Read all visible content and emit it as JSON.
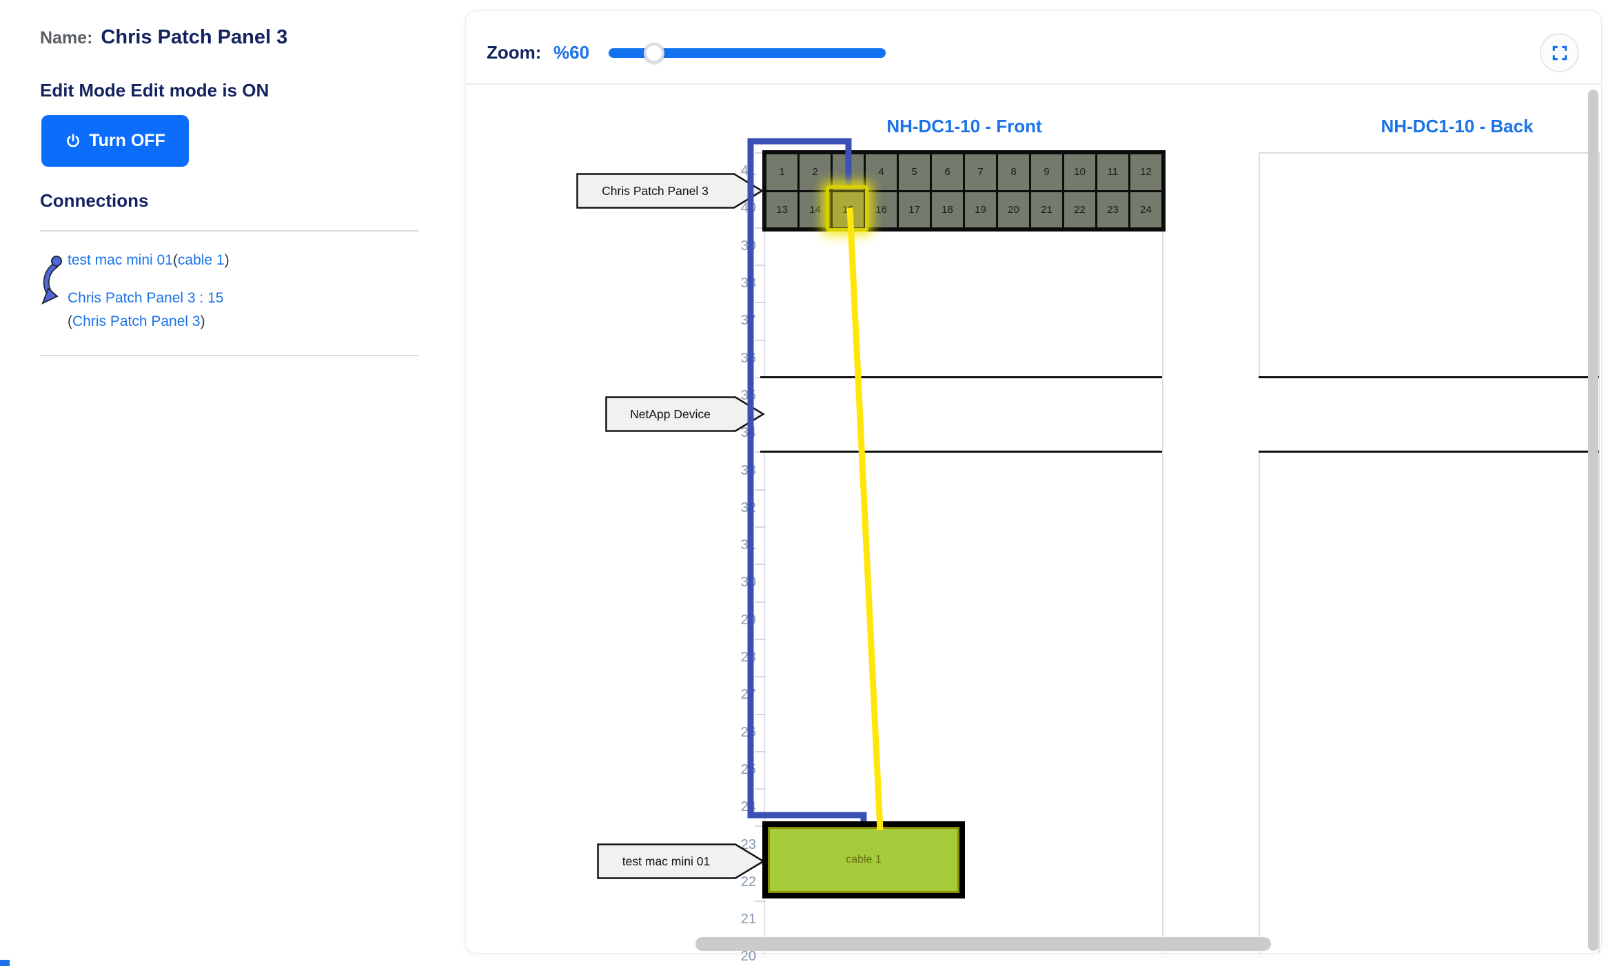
{
  "sidebar": {
    "name_label": "Name:",
    "name_value": "Chris Patch Panel 3",
    "edit_mode_text": "Edit Mode Edit mode is ON",
    "turn_off_label": "Turn OFF",
    "connections_title": "Connections",
    "connection": {
      "from_device": "test mac mini 01",
      "open_paren": "(",
      "cable_name": "cable 1",
      "close_paren": ")",
      "to_port": "Chris Patch Panel 3 : 15",
      "to_device": "Chris Patch Panel 3"
    }
  },
  "viewer": {
    "zoom_label": "Zoom:",
    "zoom_value": "%60",
    "front_title": "NH-DC1-10 - Front",
    "back_title": "NH-DC1-10 - Back",
    "callouts": {
      "patch_panel": "Chris Patch Panel 3",
      "netapp": "NetApp Device",
      "mac_mini": "test mac mini 01"
    },
    "cable_label": "cable 1",
    "highlighted_port": 15,
    "rack_units": [
      41,
      40,
      39,
      38,
      37,
      36,
      35,
      34,
      33,
      32,
      31,
      30,
      29,
      28,
      27,
      26,
      25,
      24,
      23,
      22,
      21,
      20
    ],
    "ports": [
      1,
      2,
      3,
      4,
      5,
      6,
      7,
      8,
      9,
      10,
      11,
      12,
      13,
      14,
      15,
      16,
      17,
      18,
      19,
      20,
      21,
      22,
      23,
      24
    ]
  },
  "colors": {
    "accent_blue": "#1a73e8",
    "button_blue": "#0c6dfa",
    "heading_navy": "#14235f",
    "cable_blue": "#3a50b4",
    "cable_yellow": "#ffe60a",
    "device_green": "#a5cd3b",
    "port_fill": "#747a6c",
    "unit_number_gray": "#8797ae"
  }
}
